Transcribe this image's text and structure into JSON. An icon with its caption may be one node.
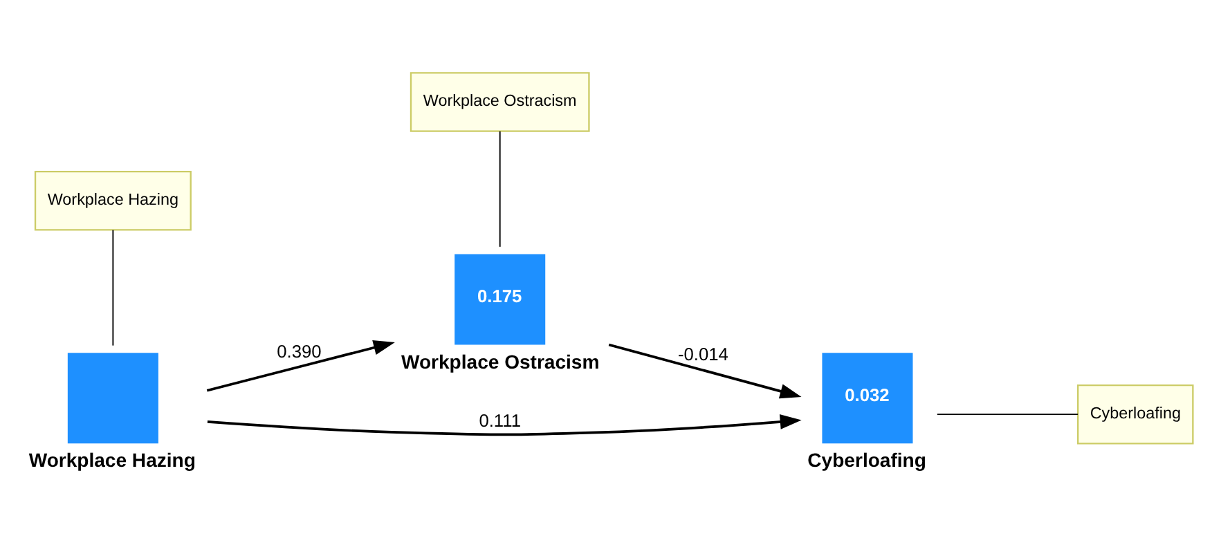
{
  "diagram": {
    "nodes": [
      {
        "text": [
          "Workplace Ostracism"
        ]
      },
      {
        "text": [
          "0.175",
          "Workplace Ostracism"
        ]
      },
      {
        "text": [
          "Workplace Hazing"
        ]
      },
      {
        "text": [
          "Workplace Hazing"
        ]
      },
      {
        "text": [
          "0.032",
          "Cyberloafing"
        ]
      },
      {
        "text": [
          "Cyberloafing"
        ]
      }
    ],
    "edges": [
      {
        "from": 0,
        "to": 1,
        "arrow": "none"
      },
      {
        "from": 2,
        "to": 3,
        "arrow": "none"
      },
      {
        "from": 3,
        "to": 1,
        "arrow": "to",
        "label": "0.390"
      },
      {
        "from": 1,
        "to": 4,
        "arrow": "to",
        "label": "-0.014"
      },
      {
        "from": 3,
        "to": 4,
        "arrow": "to",
        "label": "0.111"
      },
      {
        "from": 4,
        "to": 5,
        "arrow": "none"
      }
    ]
  }
}
